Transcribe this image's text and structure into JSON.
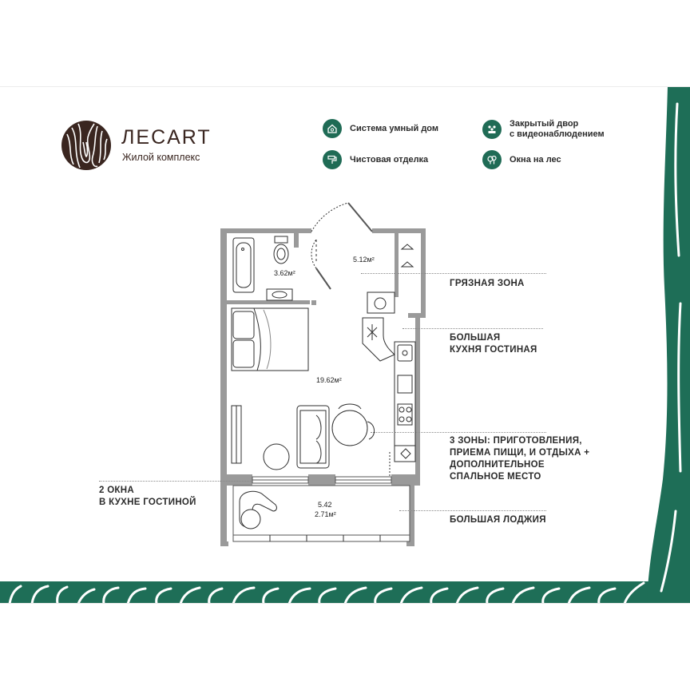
{
  "brand": {
    "name": "ЛЕСART",
    "subtitle": "Жилой комплекс"
  },
  "features": [
    {
      "label": "Система умный дом",
      "icon": "smart-home-icon"
    },
    {
      "label": "Чистовая отделка",
      "icon": "paint-roller-icon"
    },
    {
      "label": "Закрытый двор\nс видеонаблюдением",
      "icon": "people-icon"
    },
    {
      "label": "Окна на лес",
      "icon": "tree-icon"
    }
  ],
  "plan": {
    "areas": {
      "bathroom": "3.62м²",
      "hall": "5.12м²",
      "living": "19.62м²",
      "loggia_1": "5.42",
      "loggia_2": "2.71м²"
    }
  },
  "callouts": {
    "dirty_zone": "ГРЯЗНАЯ ЗОНА",
    "kitchen_living": "БОЛЬШАЯ\nКУХНЯ ГОСТИНАЯ",
    "three_zones": "3 ЗОНЫ: ПРИГОТОВЛЕНИЯ,\nПРИЕМА ПИЩИ, И ОТДЫХА +\nДОПОЛНИТЕЛЬНОЕ\nСПАЛЬНОЕ МЕСТО",
    "two_windows": "2 ОКНА\nВ КУХНЕ ГОСТИНОЙ",
    "loggia": "БОЛЬШАЯ ЛОДЖИЯ"
  },
  "colors": {
    "brand_green": "#1f6b55",
    "band_green": "#1e6e57",
    "brand_brown": "#3a2620",
    "wall": "#9a9a9a"
  }
}
